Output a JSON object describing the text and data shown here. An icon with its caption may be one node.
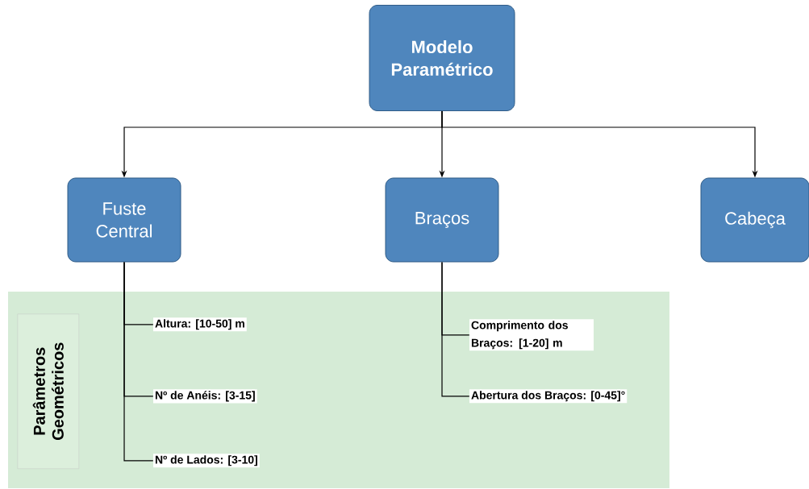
{
  "diagram": {
    "nodes": [
      {
        "text": [
          "Modelo Paramétrico"
        ]
      },
      {
        "text": [
          "Fuste Central"
        ]
      },
      {
        "text": [
          "Braços"
        ]
      },
      {
        "text": [
          "Cabeça"
        ]
      },
      {
        "text": [],
        "shape": "box"
      },
      {
        "text": [
          "Parâmetros Geométricos"
        ],
        "in": 4
      },
      {
        "text": [
          "Altura: [10-50] m"
        ],
        "in": 4
      },
      {
        "text": [
          "Nº de Anéis: [3-15]"
        ],
        "in": 4
      },
      {
        "text": [
          "Nº de Lados: [3-10]"
        ],
        "in": 4
      },
      {
        "text": [
          "Comprimento dos Braços: [1-20] m"
        ],
        "in": 4
      },
      {
        "text": [
          "Abertura dos Braços: [0-45]°"
        ],
        "in": 4
      }
    ],
    "edges": [
      {
        "from": 0,
        "to": 1,
        "arrow": "to"
      },
      {
        "from": 0,
        "to": 2,
        "arrow": "to"
      },
      {
        "from": 0,
        "to": 3,
        "arrow": "to"
      },
      {
        "from": 1,
        "to": 6,
        "arrow": "none"
      },
      {
        "from": 1,
        "to": 7,
        "arrow": "none"
      },
      {
        "from": 1,
        "to": 8,
        "arrow": "none"
      },
      {
        "from": 2,
        "to": 9,
        "arrow": "none"
      },
      {
        "from": 2,
        "to": 10,
        "arrow": "none"
      }
    ]
  }
}
